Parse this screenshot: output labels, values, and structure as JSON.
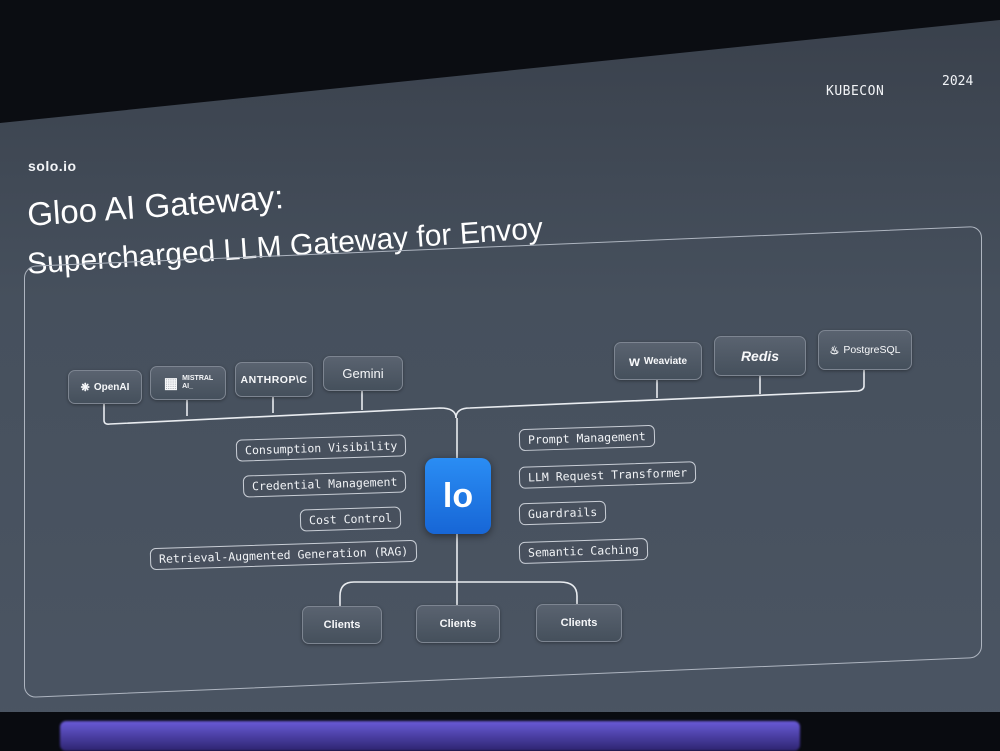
{
  "header": {
    "event": "KUBECON",
    "year": "2024",
    "brand": "solo.io",
    "title_line1": "Gloo AI Gateway:",
    "title_line2": "Supercharged LLM Gateway for Envoy"
  },
  "providers": [
    {
      "label": "OpenAI",
      "icon": "openai-icon"
    },
    {
      "label": "MISTRAL AI_",
      "icon": "mistral-icon"
    },
    {
      "label": "ANTHROP\\C",
      "icon": ""
    },
    {
      "label": "Gemini",
      "icon": ""
    }
  ],
  "datastores": [
    {
      "label": "Weaviate",
      "icon": "weaviate-icon"
    },
    {
      "label": "Redis",
      "icon": ""
    },
    {
      "label": "PostgreSQL",
      "icon": "postgresql-icon"
    }
  ],
  "left_features": [
    "Consumption Visibility",
    "Credential Management",
    "Cost Control",
    "Retrieval-Augmented Generation (RAG)"
  ],
  "right_features": [
    "Prompt Management",
    "LLM Request Transformer",
    "Guardrails",
    "Semantic Caching"
  ],
  "center_logo": "lo",
  "clients": [
    "Clients",
    "Clients",
    "Clients"
  ]
}
